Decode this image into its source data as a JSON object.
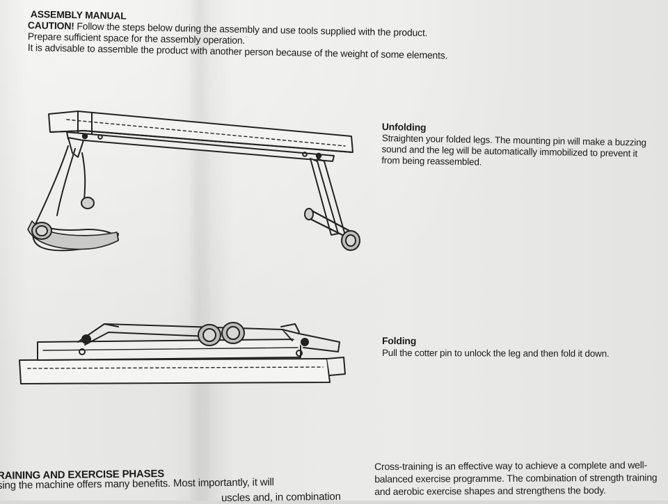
{
  "header": {
    "title": "ASSEMBLY MANUAL",
    "caution_label": "CAUTION!",
    "caution_text": " Follow the steps below during the assembly and use tools supplied with the product.",
    "line2": "Prepare sufficient space for the assembly operation.",
    "line3": "It is advisable to assemble the product with another person because of the weight of some elements."
  },
  "sections": {
    "unfolding": {
      "title": "Unfolding",
      "lines": [
        "Straighten your folded legs. The mounting pin will make a buzzing",
        "sound and the leg will be automatically immobilized to prevent it",
        "from being reassembled."
      ]
    },
    "folding": {
      "title": "Folding",
      "text": "Pull the cotter pin to unlock the leg and then fold it down."
    }
  },
  "footer": {
    "left": {
      "heading": "RAINING AND EXERCISE PHASES",
      "line1": "sing the machine offers many benefits. Most importantly, it will",
      "line2_fragment": "uscles and, in combination"
    },
    "right": {
      "lines": [
        "Cross-training is an effective way to achieve a complete and well-",
        "balanced exercise programme. The combination of strength training",
        "and aerobic exercise shapes and strengthens the body."
      ]
    }
  },
  "figures": {
    "unfolded_alt": "bench-unfolded-illustration",
    "folded_alt": "bench-folded-illustration"
  }
}
